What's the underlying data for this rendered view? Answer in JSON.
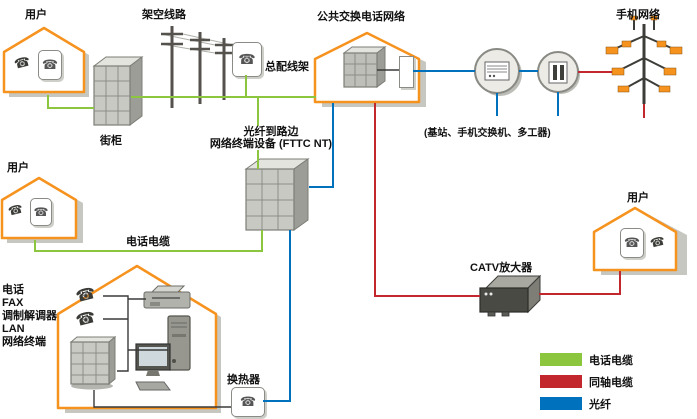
{
  "nodes": {
    "user1": {
      "label": "用户"
    },
    "user2": {
      "label": "用户"
    },
    "user3": {
      "label": "用户"
    },
    "overhead_lines": {
      "label": "架空线路"
    },
    "pstn": {
      "label": "公共交换电话网络"
    },
    "mdf": {
      "label": "总配线架"
    },
    "mobile": {
      "label": "手机网络"
    },
    "street_cabinet": {
      "label": "街柜"
    },
    "fttc": {
      "label_line1": "光纤到路边",
      "label_line2": "网络终端设备 (FTTC NT)"
    },
    "phone_cable": {
      "label": "电话电缆"
    },
    "mobile_group": {
      "label": "(基站、手机交换机、多工器)"
    },
    "catv_amp": {
      "label": "CATV放大器"
    },
    "home_equipment": {
      "lines": [
        "电话",
        "FAX",
        "调制解调器",
        "LAN",
        "网络终端"
      ]
    },
    "converter": {
      "label": "换热器"
    }
  },
  "legend": {
    "items": [
      {
        "label": "电话电缆",
        "color": "#8CC63E",
        "type": "telephone-cable"
      },
      {
        "label": "同轴电缆",
        "color": "#C1272D",
        "type": "coax-cable"
      },
      {
        "label": "光纤",
        "color": "#0071BC",
        "type": "fiber"
      }
    ]
  },
  "colors": {
    "house_outline": "#F6921E",
    "telephone_cable": "#8CC63E",
    "coax_cable": "#C1272D",
    "fiber": "#0071BC"
  }
}
